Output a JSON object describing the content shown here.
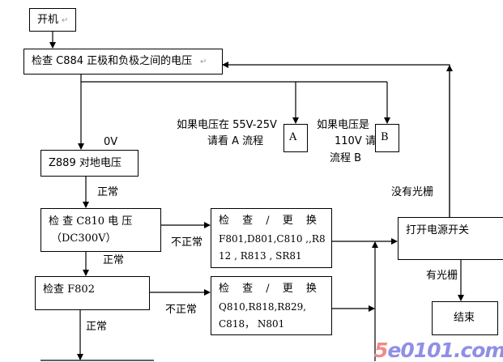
{
  "nodes": {
    "start": {
      "label": "开机"
    },
    "check_c884": {
      "label": "检查 C884 正极和负极之间的电压"
    },
    "box_a": {
      "label": "A"
    },
    "box_b": {
      "label": "B"
    },
    "z889": {
      "label": "Z889 对地电压"
    },
    "check_c810": {
      "line1": "检 查   C810  电 压",
      "line2": "（DC300V）"
    },
    "check_f802": {
      "label": "检查  F802"
    },
    "replace_1": {
      "title": "检 查 / 更 换",
      "line1": "F801,D801,C810 ,,R8",
      "line2": "12 , R813 , SR81"
    },
    "replace_2": {
      "title": "检 查 / 更 换",
      "line1": "Q810,R818,R829,",
      "line2": "C818， N801"
    },
    "power_switch": {
      "label": "打开电源开关"
    },
    "end": {
      "label": "结束"
    }
  },
  "edge_labels": {
    "zero_v": "0V",
    "cond_a_line1": "如果电压在  55V-25V",
    "cond_a_line2": "请看 A 流程",
    "cond_b_line1": "如果电压是",
    "cond_b_line2": "110V 请",
    "cond_b_line3": "流程 B",
    "normal_1": "正常",
    "normal_2": "正常",
    "normal_3": "正常",
    "abnormal_1": "不正常",
    "abnormal_2": "不正常",
    "no_raster": "没有光栅",
    "has_raster": "有光栅"
  },
  "paragraph_mark": "↵",
  "watermark": {
    "part1": "5",
    "part2": "e0101.com",
    "color1": "#f08a8a",
    "color2": "#8f8fe6"
  }
}
